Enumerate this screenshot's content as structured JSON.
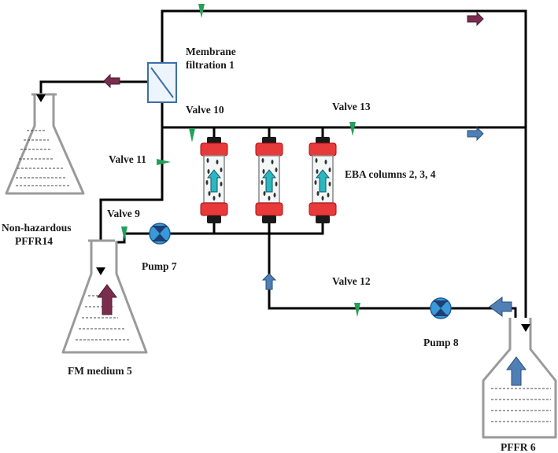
{
  "diagram": {
    "labels": {
      "membrane": [
        "Membrane",
        "filtration 1"
      ],
      "valve10": "Valve 10",
      "valve13": "Valve 13",
      "valve11": "Valve 11",
      "eba_columns": "EBA columns 2, 3, 4",
      "non_hazardous": [
        "Non-hazardous",
        "PFFR14"
      ],
      "valve9": "Valve 9",
      "pump7": "Pump 7",
      "valve12": "Valve 12",
      "pump8": "Pump 8",
      "fm_medium": "FM medium 5",
      "pffr6": "PFFR 6"
    },
    "colors": {
      "pipe": "#000000",
      "valve": "#22a05a",
      "arrow_maroon": "#7a2d4f",
      "arrow_blue": "#4f7fb5",
      "arrow_teal": "#2bb7c0",
      "pump_fill": "#3a9ad9",
      "pump_symbol": "#1f3f73",
      "column_cap": "#e83a3a",
      "flask_outline": "#9a9a9a"
    }
  }
}
